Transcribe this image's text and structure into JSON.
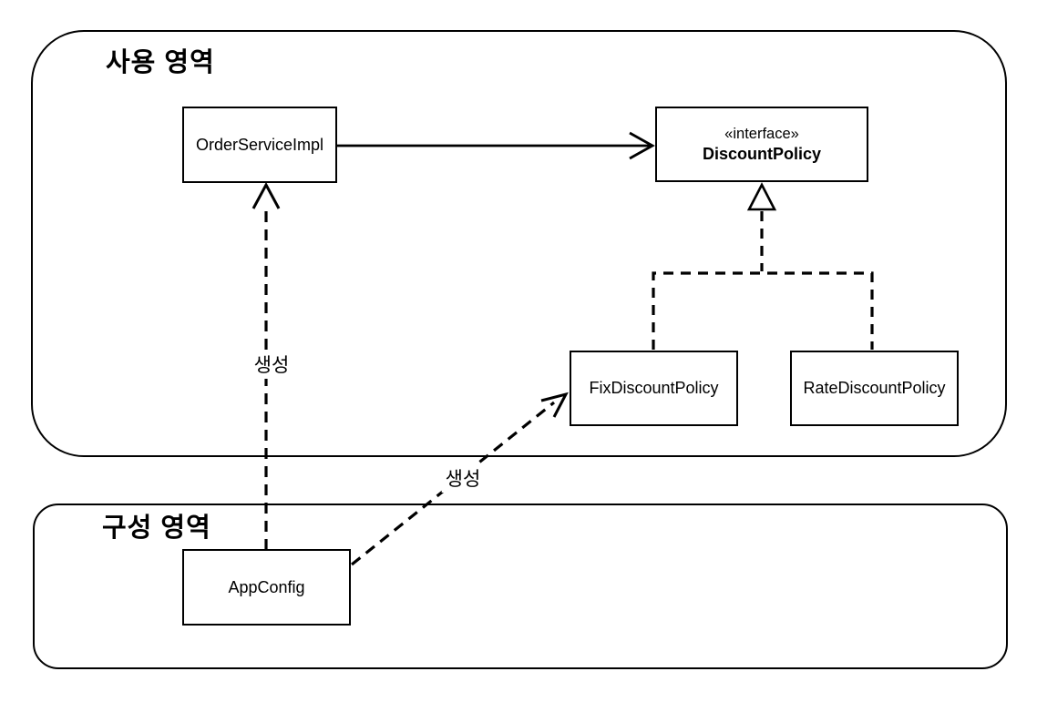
{
  "diagram": {
    "background": "#ffffff",
    "line_color": "#000000",
    "regions": [
      {
        "id": "usage",
        "label": "사용 영역"
      },
      {
        "id": "config",
        "label": "구성 영역"
      }
    ],
    "classes": [
      {
        "id": "order-service-impl",
        "name": "OrderServiceImpl"
      },
      {
        "id": "discount-policy",
        "stereotype": "«interface»",
        "name": "DiscountPolicy"
      },
      {
        "id": "fix-discount-policy",
        "name": "FixDiscountPolicy"
      },
      {
        "id": "rate-discount-policy",
        "name": "RateDiscountPolicy"
      },
      {
        "id": "app-config",
        "name": "AppConfig"
      }
    ],
    "edges": [
      {
        "from": "OrderServiceImpl",
        "to": "DiscountPolicy",
        "type": "dependency-solid-arrow",
        "label": ""
      },
      {
        "from": "AppConfig",
        "to": "OrderServiceImpl",
        "type": "dashed-arrow",
        "label": "생성"
      },
      {
        "from": "AppConfig",
        "to": "FixDiscountPolicy",
        "type": "dashed-arrow",
        "label": "생성"
      },
      {
        "from": "FixDiscountPolicy",
        "to": "DiscountPolicy",
        "type": "realization-dashed-hollow-triangle"
      },
      {
        "from": "RateDiscountPolicy",
        "to": "DiscountPolicy",
        "type": "realization-dashed-hollow-triangle"
      }
    ]
  }
}
